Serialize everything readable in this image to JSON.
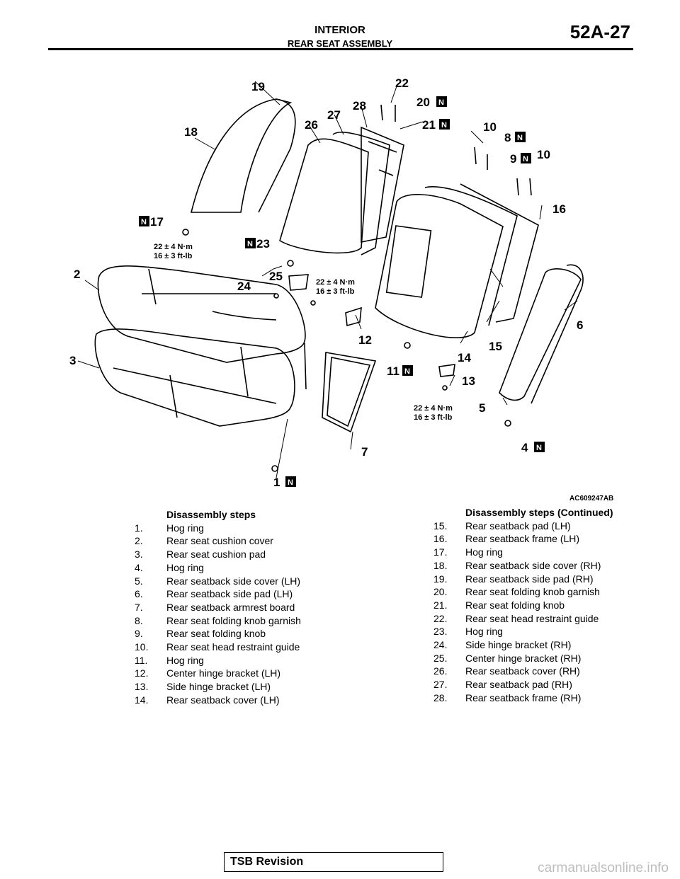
{
  "header": {
    "section": "INTERIOR",
    "subsection": "REAR SEAT ASSEMBLY",
    "page_code": "52A-27"
  },
  "figure": {
    "code": "AC609247AB",
    "callouts": [
      "1",
      "2",
      "3",
      "4",
      "5",
      "6",
      "7",
      "8",
      "9",
      "10",
      "10",
      "11",
      "12",
      "13",
      "14",
      "15",
      "16",
      "17",
      "18",
      "19",
      "20",
      "21",
      "22",
      "23",
      "24",
      "25",
      "26",
      "27",
      "28"
    ],
    "torque": [
      {
        "nm": "22 ± 4 N·m",
        "ftlb": "16 ± 3 ft-lb"
      },
      {
        "nm": "22 ± 4 N·m",
        "ftlb": "16 ± 3 ft-lb"
      },
      {
        "nm": "22 ± 4 N·m",
        "ftlb": "16 ± 3 ft-lb"
      }
    ],
    "n_mark": "N"
  },
  "steps_left": {
    "title": "Disassembly steps",
    "items": [
      {
        "num": "1.",
        "text": "Hog ring"
      },
      {
        "num": "2.",
        "text": "Rear seat cushion cover"
      },
      {
        "num": "3.",
        "text": "Rear seat cushion pad"
      },
      {
        "num": "4.",
        "text": "Hog ring"
      },
      {
        "num": "5.",
        "text": "Rear seatback side cover (LH)"
      },
      {
        "num": "6.",
        "text": "Rear seatback side pad (LH)"
      },
      {
        "num": "7.",
        "text": "Rear seatback armrest board"
      },
      {
        "num": "8.",
        "text": "Rear seat folding knob garnish"
      },
      {
        "num": "9.",
        "text": "Rear seat folding knob"
      },
      {
        "num": "10.",
        "text": "Rear seat head restraint guide"
      },
      {
        "num": "11.",
        "text": "Hog ring"
      },
      {
        "num": "12.",
        "text": "Center hinge bracket (LH)"
      },
      {
        "num": "13.",
        "text": "Side hinge bracket (LH)"
      },
      {
        "num": "14.",
        "text": "Rear seatback cover (LH)"
      }
    ]
  },
  "steps_right": {
    "title": "Disassembly steps (Continued)",
    "items": [
      {
        "num": "15.",
        "text": "Rear seatback pad (LH)"
      },
      {
        "num": "16.",
        "text": "Rear seatback frame (LH)"
      },
      {
        "num": "17.",
        "text": "Hog ring"
      },
      {
        "num": "18.",
        "text": "Rear seatback side cover (RH)"
      },
      {
        "num": "19.",
        "text": "Rear seatback side pad (RH)"
      },
      {
        "num": "20.",
        "text": "Rear seat folding knob garnish"
      },
      {
        "num": "21.",
        "text": "Rear seat folding knob"
      },
      {
        "num": "22.",
        "text": "Rear seat head restraint guide"
      },
      {
        "num": "23.",
        "text": "Hog ring"
      },
      {
        "num": "24.",
        "text": "Side hinge bracket (RH)"
      },
      {
        "num": "25.",
        "text": "Center hinge bracket (RH)"
      },
      {
        "num": "26.",
        "text": "Rear seatback cover (RH)"
      },
      {
        "num": "27.",
        "text": "Rear seatback pad (RH)"
      },
      {
        "num": "28.",
        "text": "Rear seatback frame (RH)"
      }
    ]
  },
  "footer": {
    "tsb": "TSB Revision",
    "watermark": "carmanualsonline.info"
  }
}
